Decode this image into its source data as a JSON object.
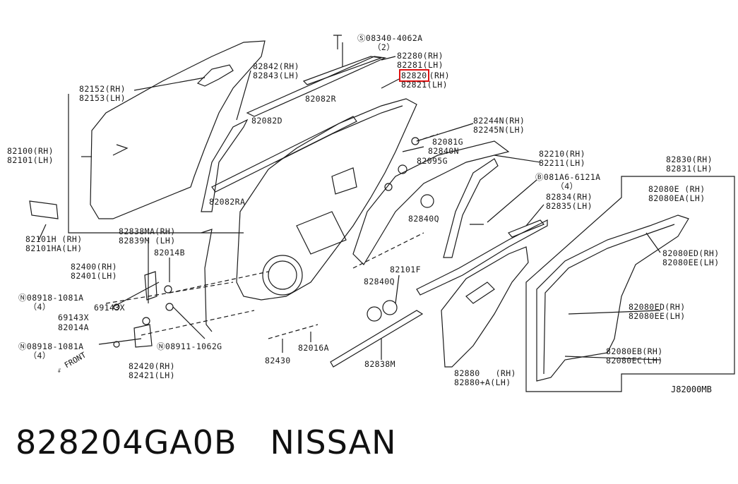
{
  "diagram": {
    "code": "J82000MB",
    "direction": "FRONT",
    "highlight_color": "#e01010",
    "callouts": [
      {
        "id": "c01",
        "lines": [
          "08340-4062A",
          "（2）"
        ],
        "prefix": "S"
      },
      {
        "id": "c02",
        "lines": [
          "82280(RH)",
          "82281(LH)"
        ]
      },
      {
        "id": "c03",
        "lines": [
          "82820(RH)",
          "82821(LH)"
        ],
        "highlight": "82820"
      },
      {
        "id": "c04",
        "lines": [
          "82842(RH)",
          "82843(LH)"
        ]
      },
      {
        "id": "c05",
        "lines": [
          "82082R"
        ]
      },
      {
        "id": "c06",
        "lines": [
          "82152(RH)",
          "82153(LH)"
        ]
      },
      {
        "id": "c07",
        "lines": [
          "82082D"
        ]
      },
      {
        "id": "c08",
        "lines": [
          "82100(RH)",
          "82101(LH)"
        ]
      },
      {
        "id": "c09",
        "lines": [
          "82244N(RH)",
          "82245N(LH)"
        ]
      },
      {
        "id": "c10",
        "lines": [
          "82081G"
        ]
      },
      {
        "id": "c11",
        "lines": [
          "82840N"
        ]
      },
      {
        "id": "c12",
        "lines": [
          "82095G"
        ]
      },
      {
        "id": "c13",
        "lines": [
          "82210(RH)",
          "82211(LH)"
        ]
      },
      {
        "id": "c14",
        "lines": [
          "82830(RH)",
          "82831(LH)"
        ]
      },
      {
        "id": "c15",
        "lines": [
          "081A6-6121A",
          "（4）"
        ],
        "prefix": "B"
      },
      {
        "id": "c16",
        "lines": [
          "82834(RH)",
          "82835(LH)"
        ]
      },
      {
        "id": "c17",
        "lines": [
          "82080E (RH)",
          "82080EA(LH)"
        ]
      },
      {
        "id": "c18",
        "lines": [
          "82082RA"
        ]
      },
      {
        "id": "c19",
        "lines": [
          "82840Q"
        ]
      },
      {
        "id": "c20",
        "lines": [
          "82101H (RH)",
          "82101HA(LH)"
        ]
      },
      {
        "id": "c21",
        "lines": [
          "82838MA(RH)",
          "82839M (LH)"
        ]
      },
      {
        "id": "c22",
        "lines": [
          "82014B"
        ]
      },
      {
        "id": "c23",
        "lines": [
          "82400(RH)",
          "82401(LH)"
        ]
      },
      {
        "id": "c24",
        "lines": [
          "08918-1081A",
          "（4）"
        ],
        "prefix": "N"
      },
      {
        "id": "c25",
        "lines": [
          "69143X"
        ]
      },
      {
        "id": "c26",
        "lines": [
          "69143X"
        ]
      },
      {
        "id": "c27",
        "lines": [
          "82014A"
        ]
      },
      {
        "id": "c28",
        "lines": [
          "08918-1081A",
          "（4）"
        ],
        "prefix": "N"
      },
      {
        "id": "c29",
        "lines": [
          "08911-1062G"
        ],
        "prefix": "N"
      },
      {
        "id": "c30",
        "lines": [
          "82420(RH)",
          "82421(LH)"
        ]
      },
      {
        "id": "c31",
        "lines": [
          "82101F"
        ]
      },
      {
        "id": "c32",
        "lines": [
          "82840Q"
        ]
      },
      {
        "id": "c33",
        "lines": [
          "82080ED(RH)",
          "82080EE(LH)"
        ]
      },
      {
        "id": "c34",
        "lines": [
          "82080ED(RH)",
          "82080EE(LH)"
        ]
      },
      {
        "id": "c35",
        "lines": [
          "82430"
        ]
      },
      {
        "id": "c36",
        "lines": [
          "82016A"
        ]
      },
      {
        "id": "c37",
        "lines": [
          "82838M"
        ]
      },
      {
        "id": "c38",
        "lines": [
          "82880   (RH)",
          "82880+A(LH)"
        ]
      },
      {
        "id": "c39",
        "lines": [
          "82080EB(RH)",
          "82080EC(LH)"
        ]
      }
    ]
  },
  "footer": {
    "part_number": "828204GA0B",
    "brand": "NISSAN"
  }
}
